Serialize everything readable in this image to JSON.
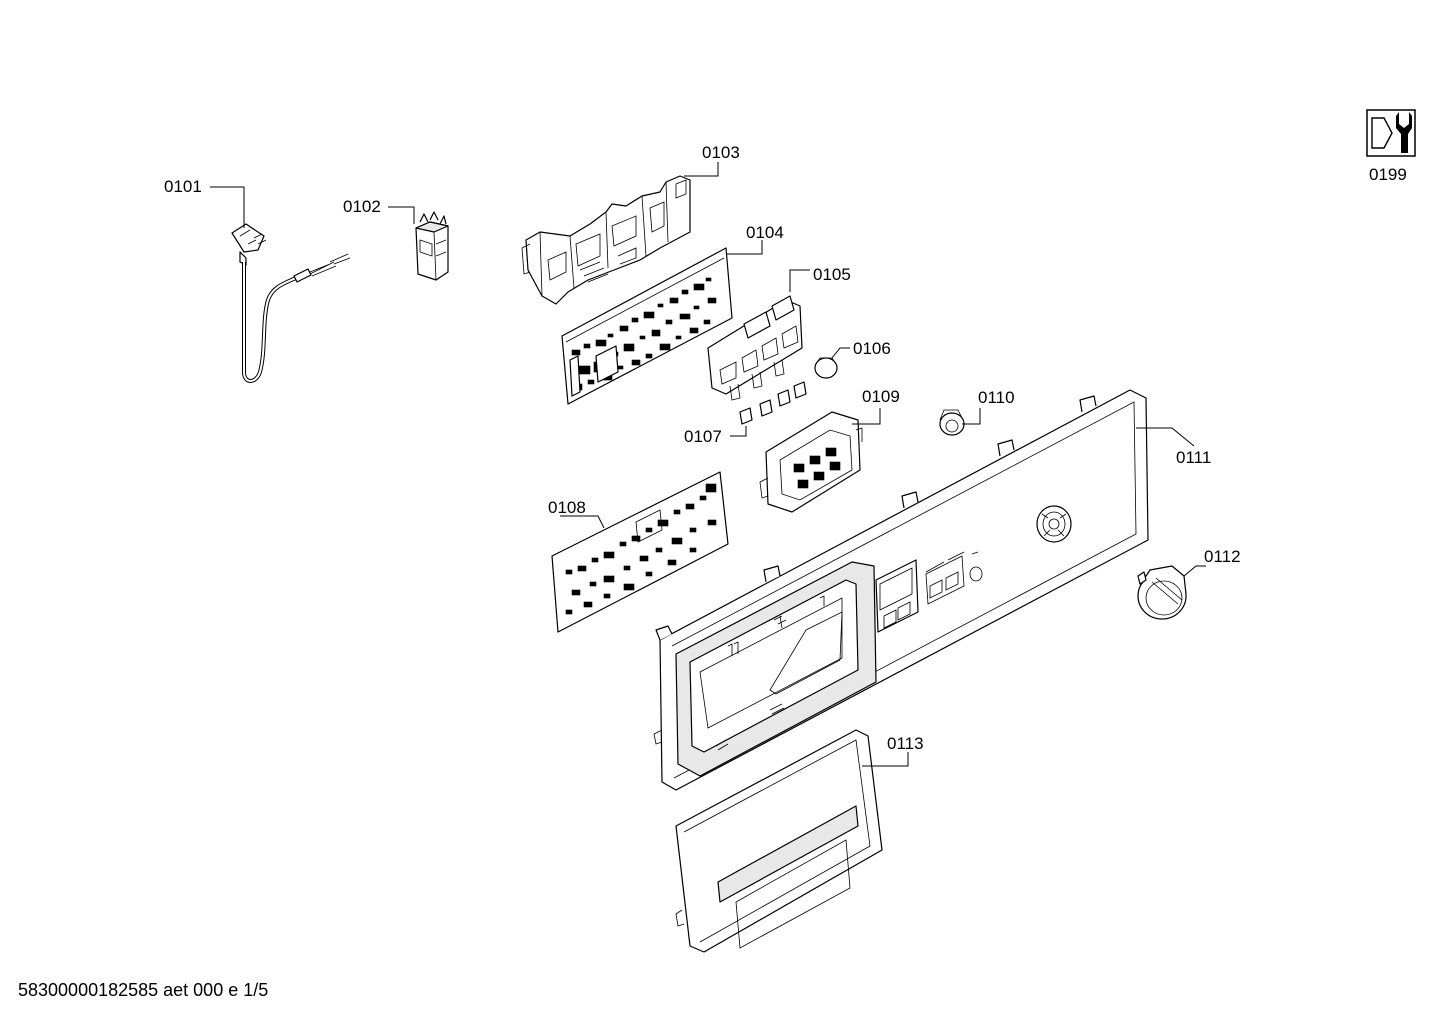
{
  "parts": [
    {
      "id": "0101",
      "label": "0101"
    },
    {
      "id": "0102",
      "label": "0102"
    },
    {
      "id": "0103",
      "label": "0103"
    },
    {
      "id": "0104",
      "label": "0104"
    },
    {
      "id": "0105",
      "label": "0105"
    },
    {
      "id": "0106",
      "label": "0106"
    },
    {
      "id": "0107",
      "label": "0107"
    },
    {
      "id": "0108",
      "label": "0108"
    },
    {
      "id": "0109",
      "label": "0109"
    },
    {
      "id": "0110",
      "label": "0110"
    },
    {
      "id": "0111",
      "label": "0111"
    },
    {
      "id": "0112",
      "label": "0112"
    },
    {
      "id": "0113",
      "label": "0113"
    }
  ],
  "service_icon": {
    "label": "0199",
    "icon": "wrench-nut-icon"
  },
  "footer": {
    "text": "58300000182585 aet 000 e 1/5"
  }
}
